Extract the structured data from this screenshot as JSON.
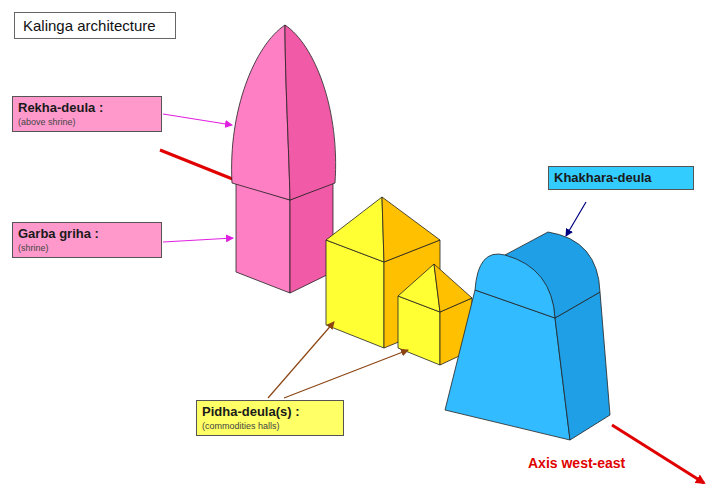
{
  "diagram": {
    "title": "Kalinga architecture",
    "nodes": [
      {
        "text": [
          "Rekha-deula :",
          "(above shrine)"
        ]
      },
      {
        "text": [
          "Garba griha :",
          "(shrine)"
        ]
      },
      {
        "text": [
          "Khakhara-deula"
        ]
      },
      {
        "text": [
          "Pidha-deula(s) :",
          "(commodities halls)"
        ]
      }
    ],
    "labels": [
      "Axis west-east"
    ]
  }
}
